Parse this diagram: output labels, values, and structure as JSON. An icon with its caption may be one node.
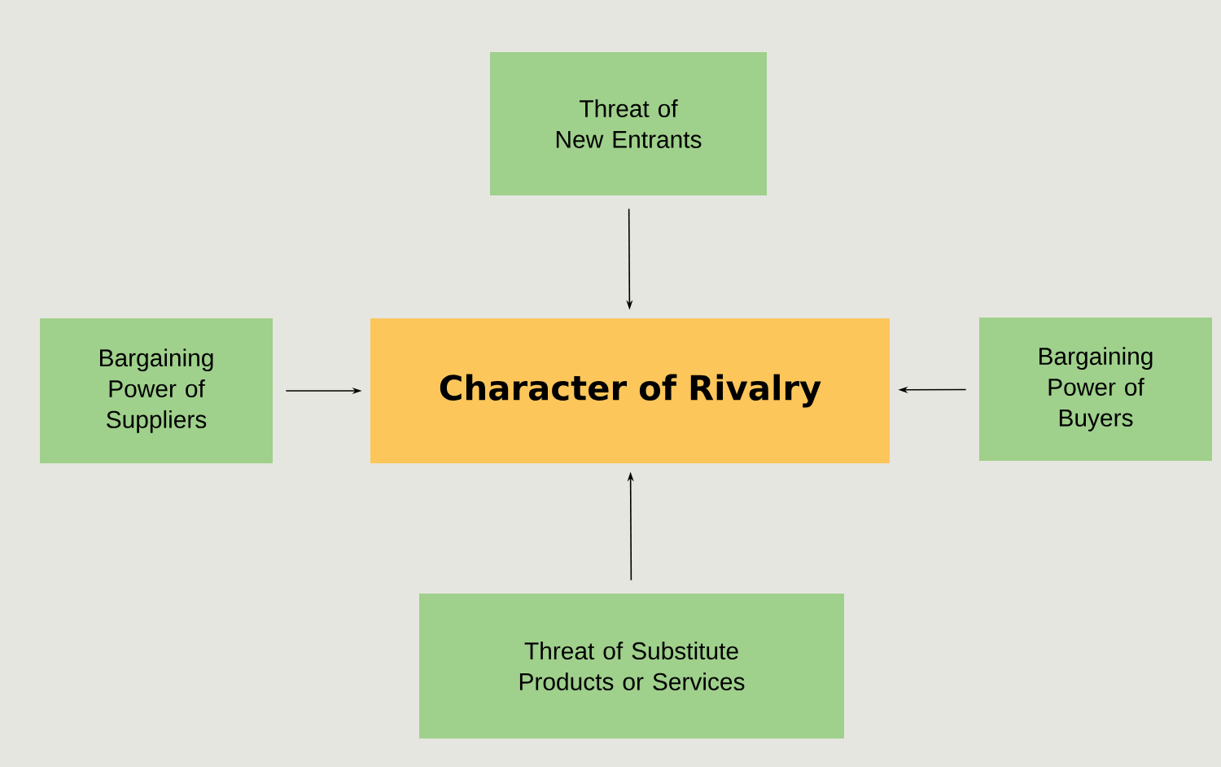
{
  "diagram": {
    "nodes": [
      {
        "text": [
          "Threat of New Entrants"
        ]
      },
      {
        "text": [
          "Bargaining Power of Suppliers"
        ]
      },
      {
        "text": [
          "Character of Rivalry"
        ]
      },
      {
        "text": [
          "Bargaining Power of Buyers"
        ]
      },
      {
        "text": [
          "Threat of Substitute Products or Services"
        ]
      }
    ],
    "edges": [
      {
        "from": 0,
        "to": 2,
        "arrow": "to"
      },
      {
        "from": 1,
        "to": 2,
        "arrow": "to"
      },
      {
        "from": 3,
        "to": 2,
        "arrow": "to"
      },
      {
        "from": 4,
        "to": 2,
        "arrow": "to"
      }
    ]
  }
}
